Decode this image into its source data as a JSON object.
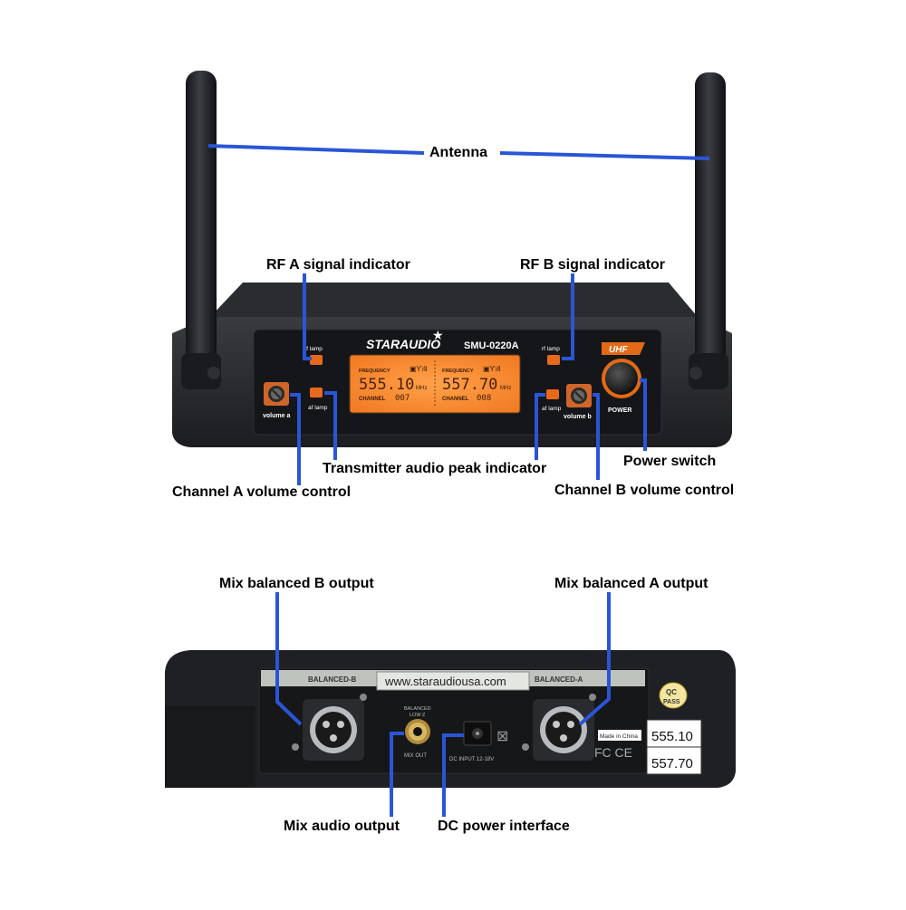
{
  "callouts": {
    "antenna": "Antenna",
    "rf_a": "RF A signal indicator",
    "rf_b": "RF B signal indicator",
    "peak": "Transmitter audio peak indicator",
    "power_switch": "Power switch",
    "vol_a": "Channel A volume control",
    "vol_b": "Channel B volume control",
    "mix_b": "Mix balanced B output",
    "mix_a": "Mix balanced A output",
    "mix_audio": "Mix audio output",
    "dc_power": "DC power interface"
  },
  "front_panel": {
    "brand": "STARAUDIO",
    "model": "SMU-0220A",
    "band": "UHF",
    "rf_lamp_a": "rf lamp",
    "rf_lamp_b": "rf lamp",
    "af_lamp_a": "af lamp",
    "af_lamp_b": "af lamp",
    "volume_a": "volume a",
    "volume_b": "volume b",
    "power": "POWER",
    "lcd": {
      "freq_label_a": "FREQUENCY",
      "freq_label_b": "FREQUENCY",
      "freq_a": "555.10",
      "freq_b": "557.70",
      "unit_a": "MHz",
      "unit_b": "MHz",
      "channel_label_a": "CHANNEL",
      "channel_label_b": "CHANNEL",
      "channel_a": "007",
      "channel_b": "008"
    }
  },
  "back_panel": {
    "balanced_b": "BALANCED-B",
    "balanced_a": "BALANCED-A",
    "website": "www.staraudiousa.com",
    "balanced_lowz": "BALANCED",
    "lowz": "LOW Z",
    "mix_out": "MIX OUT",
    "dc_input": "DC INPUT 12-18V",
    "made_in": "Made in China",
    "qc_top": "QC",
    "qc_bottom": "PASS",
    "sticker_freq_a": "555.10",
    "sticker_freq_b": "557.70"
  },
  "colors": {
    "callout_line": "#2a55d6",
    "lcd_orange": "#ff8a2a",
    "lamp_orange": "#e8691c",
    "body_dark": "#1e1f22"
  }
}
